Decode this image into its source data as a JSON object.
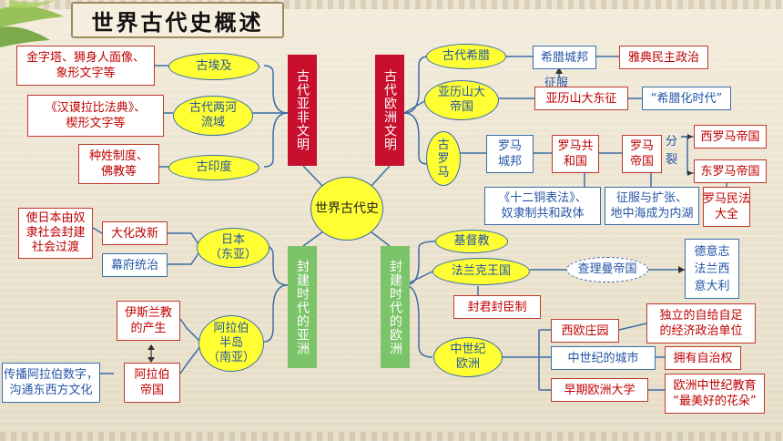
{
  "title": "世界古代史概述",
  "center": "世界古代史",
  "bars": {
    "asia_africa_ancient": "古代亚非文明",
    "europe_ancient": "古代欧洲文明",
    "asia_feudal": "封建时代的亚洲",
    "europe_feudal": "封建时代的欧洲"
  },
  "asia_africa": {
    "egypt": "古埃及",
    "egypt_desc": [
      "金字塔、狮身人面像、",
      "象形文字等"
    ],
    "mesopotamia": [
      "古代两河",
      "流域"
    ],
    "mesopotamia_desc": [
      "《汉谟拉比法典》、",
      "楔形文字等"
    ],
    "india": "古印度",
    "india_desc": [
      "种姓制度、",
      "佛教等"
    ]
  },
  "europe_ancient": {
    "greece": "古代希腊",
    "greek_city": "希腊城邦",
    "democracy": "雅典民主政治",
    "conquer_label": "征服",
    "alexander_empire": [
      "亚历山大",
      "帝国"
    ],
    "alexander_expedition": "亚历山大东征",
    "hellenization": "“希腊化时代”",
    "rome": [
      "古",
      "罗",
      "马"
    ],
    "roman_city": [
      "罗马",
      "城邦"
    ],
    "roman_republic": [
      "罗马共",
      "和国"
    ],
    "roman_empire": [
      "罗马",
      "帝国"
    ],
    "split_label": [
      "分",
      "裂"
    ],
    "west_rome": "西罗马帝国",
    "east_rome": "东罗马帝国",
    "twelve_tables": [
      "《十二铜表法》、",
      "奴隶制共和政体"
    ],
    "expansion": [
      "征服与扩张、",
      "地中海成为内湖"
    ],
    "roman_law": [
      "罗马民法",
      "大全"
    ]
  },
  "asia_feudal": {
    "japan": [
      "日本",
      "（东亚）"
    ],
    "taika": "大化改新",
    "taika_desc": [
      "使日本由奴",
      "隶社会封建",
      "社会过渡"
    ],
    "shogunate": "幕府统治",
    "arabia": [
      "阿拉伯",
      "半岛",
      "（南亚）"
    ],
    "islam": [
      "伊斯兰教",
      "的产生"
    ],
    "arab_empire": [
      "阿拉伯",
      "帝国"
    ],
    "arab_numerals": [
      "传播阿拉伯数字，",
      "沟通东西方文化"
    ]
  },
  "europe_feudal": {
    "christianity": "基督教",
    "frankish": "法兰克王国",
    "charlemagne": "查理曼帝国",
    "successors": [
      "德意志",
      "法兰西",
      "意大利"
    ],
    "fief": "封君封臣制",
    "medieval": [
      "中世纪",
      "欧洲"
    ],
    "manor": "西欧庄园",
    "manor_desc": [
      "独立的自给自足",
      "的经济政治单位"
    ],
    "city": "中世纪的城市",
    "city_desc": "拥有自治权",
    "university": "早期欧洲大学",
    "university_desc": [
      "欧洲中世纪教育",
      "“最美好的花朵”"
    ]
  },
  "colors": {
    "red_bar": "#c8102e",
    "green_bar": "#7cc46a",
    "ellipse": "#ffff33",
    "line": "#3a6ea5",
    "red_text": "#c00000",
    "blue_text": "#2456a6"
  }
}
